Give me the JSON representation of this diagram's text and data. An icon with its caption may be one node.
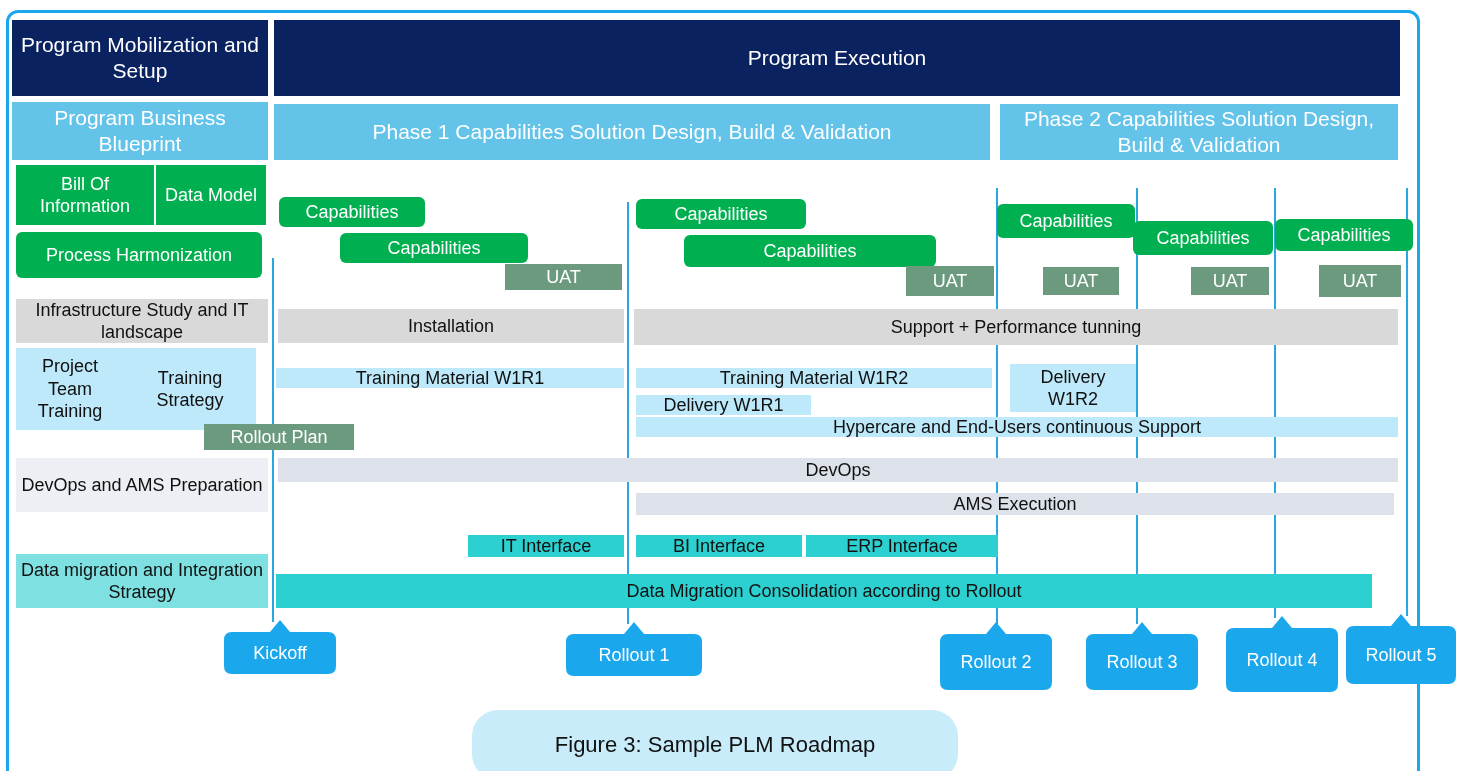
{
  "diagram": {
    "caption": "Figure 3: Sample PLM Roadmap",
    "nodes": [
      {
        "text": [
          "Program Mobilization and Setup"
        ]
      },
      {
        "text": [
          "Program Execution"
        ]
      },
      {
        "text": [
          "Program Business Blueprint"
        ]
      },
      {
        "text": [
          "Phase 1 Capabilities Solution Design, Build & Validation"
        ]
      },
      {
        "text": [
          "Phase 2 Capabilities Solution Design, Build & Validation"
        ]
      },
      {
        "text": [
          "Bill Of Information"
        ]
      },
      {
        "text": [
          "Data Model"
        ]
      },
      {
        "text": [
          "Process Harmonization"
        ]
      },
      {
        "text": [
          "Capabilities"
        ]
      },
      {
        "text": [
          "Capabilities"
        ]
      },
      {
        "text": [
          "UAT"
        ]
      },
      {
        "text": [
          "Capabilities"
        ]
      },
      {
        "text": [
          "Capabilities"
        ]
      },
      {
        "text": [
          "UAT"
        ]
      },
      {
        "text": [
          "Capabilities"
        ]
      },
      {
        "text": [
          "UAT"
        ]
      },
      {
        "text": [
          "Capabilities"
        ]
      },
      {
        "text": [
          "UAT"
        ]
      },
      {
        "text": [
          "Capabilities"
        ]
      },
      {
        "text": [
          "UAT"
        ]
      },
      {
        "text": [
          "Infrastructure Study and IT landscape"
        ]
      },
      {
        "text": [
          "Installation"
        ]
      },
      {
        "text": [
          "Support + Performance tunning"
        ]
      },
      {
        "text": [
          "Project Team Training"
        ]
      },
      {
        "text": [
          "Training Strategy"
        ]
      },
      {
        "text": [
          "Rollout Plan"
        ]
      },
      {
        "text": [
          "Training Material W1R1"
        ]
      },
      {
        "text": [
          "Training Material W1R2"
        ]
      },
      {
        "text": [
          "Delivery W1R2"
        ]
      },
      {
        "text": [
          "Delivery W1R1"
        ]
      },
      {
        "text": [
          "Hypercare and End-Users continuous Support"
        ]
      },
      {
        "text": [
          "DevOps and AMS Preparation"
        ]
      },
      {
        "text": [
          "DevOps"
        ]
      },
      {
        "text": [
          "AMS Execution"
        ]
      },
      {
        "text": [
          "IT Interface"
        ]
      },
      {
        "text": [
          "BI Interface"
        ]
      },
      {
        "text": [
          "ERP Interface"
        ]
      },
      {
        "text": [
          "Data migration and Integration Strategy"
        ]
      },
      {
        "text": [
          "Data Migration Consolidation according to Rollout"
        ]
      },
      {
        "text": [
          "Kickoff"
        ]
      },
      {
        "text": [
          "Rollout 1"
        ]
      },
      {
        "text": [
          "Rollout 2"
        ]
      },
      {
        "text": [
          "Rollout 3"
        ]
      },
      {
        "text": [
          "Rollout 4"
        ]
      },
      {
        "text": [
          "Rollout 5"
        ]
      }
    ],
    "edges": []
  }
}
